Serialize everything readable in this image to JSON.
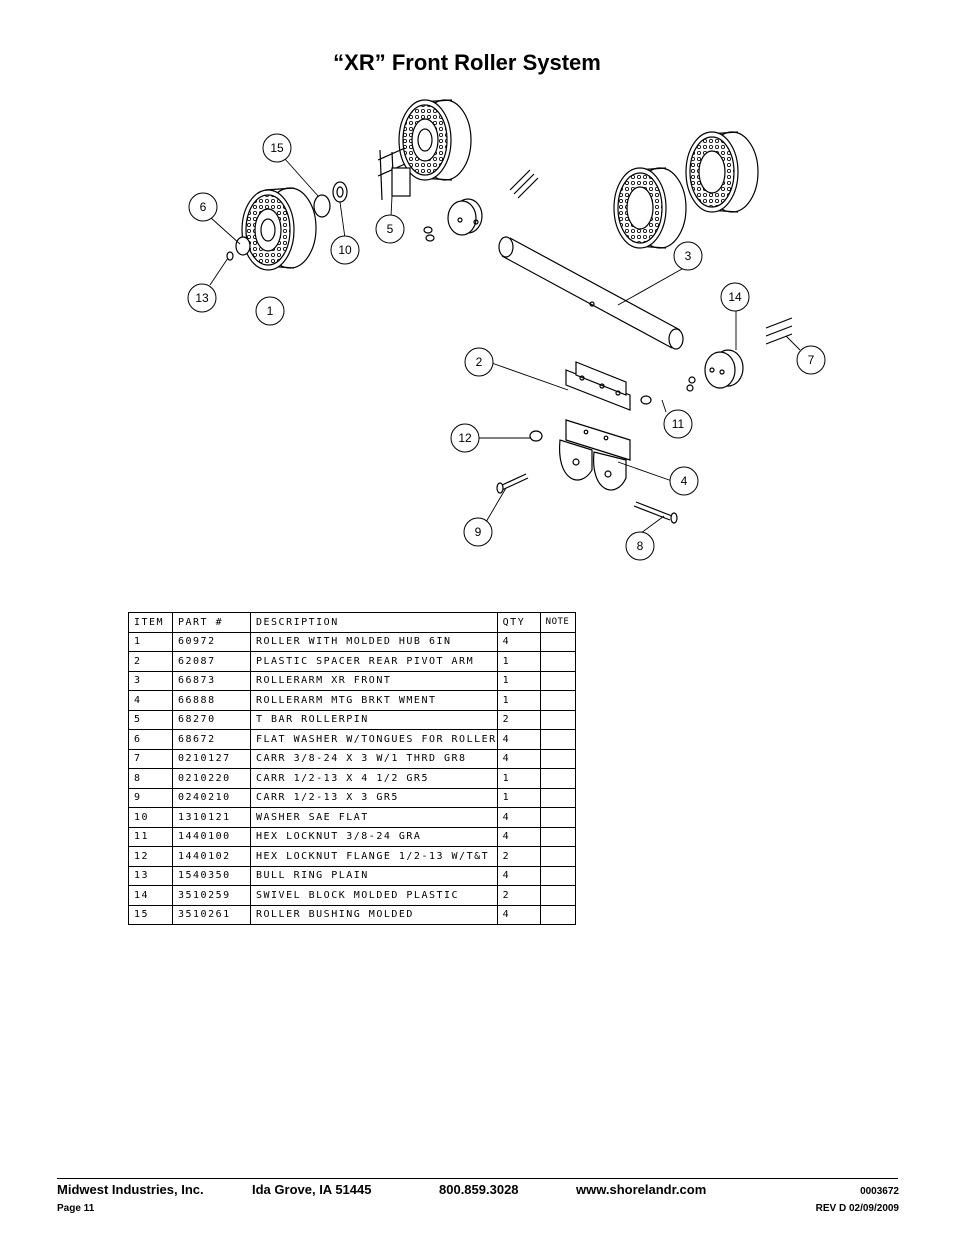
{
  "page_title": "“XR” Front Roller  System",
  "callouts": [
    "1",
    "2",
    "3",
    "4",
    "5",
    "6",
    "7",
    "8",
    "9",
    "10",
    "11",
    "12",
    "13",
    "14",
    "15"
  ],
  "parts_table": {
    "headers": [
      "ITEM",
      "PART #",
      "DESCRIPTION",
      "QTY",
      "NOTE"
    ],
    "rows": [
      [
        "1",
        "60972",
        "ROLLER WITH MOLDED HUB  6IN",
        "4",
        ""
      ],
      [
        "2",
        "62087",
        "PLASTIC SPACER REAR PIVOT ARM",
        "1",
        ""
      ],
      [
        "3",
        "66873",
        "ROLLERARM XR FRONT",
        "1",
        ""
      ],
      [
        "4",
        "66888",
        "ROLLERARM MTG BRKT WMENT",
        "1",
        ""
      ],
      [
        "5",
        "68270",
        "T BAR ROLLERPIN",
        "2",
        ""
      ],
      [
        "6",
        "68672",
        "FLAT WASHER W/TONGUES FOR ROLLER",
        "4",
        ""
      ],
      [
        "7",
        "0210127",
        "CARR 3/8-24 X 3 W/1 THRD GR8",
        "4",
        ""
      ],
      [
        "8",
        "0210220",
        "CARR 1/2-13 X 4 1/2 GR5",
        "1",
        ""
      ],
      [
        "9",
        "0240210",
        "CARR 1/2-13 X 3 GR5",
        "1",
        ""
      ],
      [
        "10",
        "1310121",
        "WASHER SAE FLAT",
        "4",
        ""
      ],
      [
        "11",
        "1440100",
        "HEX LOCKNUT 3/8-24 GRA",
        "4",
        ""
      ],
      [
        "12",
        "1440102",
        "HEX LOCKNUT FLANGE 1/2-13 W/T&T",
        "2",
        ""
      ],
      [
        "13",
        "1540350",
        "BULL RING PLAIN",
        "4",
        ""
      ],
      [
        "14",
        "3510259",
        "SWIVEL BLOCK MOLDED PLASTIC",
        "2",
        ""
      ],
      [
        "15",
        "3510261",
        "ROLLER BUSHING MOLDED",
        "4",
        ""
      ]
    ]
  },
  "footer": {
    "company": "Midwest Industries, Inc.",
    "location": "Ida Grove, IA  51445",
    "phone": "800.859.3028",
    "website": "www.shorelandr.com",
    "doc_number": "0003672",
    "page": "Page 11",
    "revision": "REV D  02/09/2009"
  }
}
